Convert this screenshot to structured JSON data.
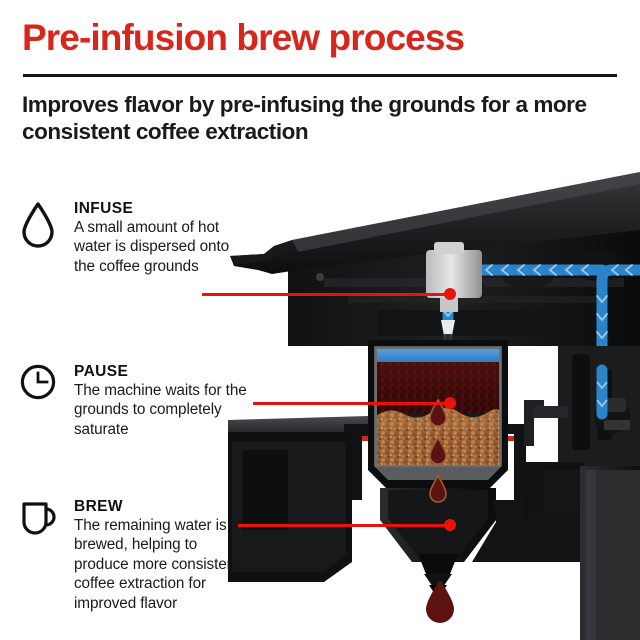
{
  "header": {
    "title": "Pre-infusion brew process",
    "subtitle": "Improves flavor by pre-infusing the grounds for a more consistent coffee extraction"
  },
  "colors": {
    "title_red": "#d9261c",
    "pointer_red": "#e8140c",
    "rule_black": "#141414",
    "body_text": "#1a1a1a",
    "water_blue": "#2b83c9",
    "grounds_brown": "#a9683c",
    "saturated_dark": "#4a0f0d",
    "coffee_drop": "#5c1210",
    "machine_black": "#141414"
  },
  "steps": [
    {
      "icon": "water-drop-icon",
      "title": "INFUSE",
      "description": "A small amount of hot water is dispersed onto the coffee grounds"
    },
    {
      "icon": "clock-icon",
      "title": "PAUSE",
      "description": "The machine waits for the grounds to completely saturate"
    },
    {
      "icon": "coffee-mug-icon",
      "title": "BREW",
      "description": "The remaining water is brewed, helping to produce more consistent coffee extraction for improved flavor"
    }
  ],
  "illustration": {
    "name": "coffee-machine-cutaway",
    "callouts": [
      {
        "target": "water-inlet-nozzle"
      },
      {
        "target": "coffee-grounds-basket"
      },
      {
        "target": "brew-spout"
      }
    ]
  }
}
